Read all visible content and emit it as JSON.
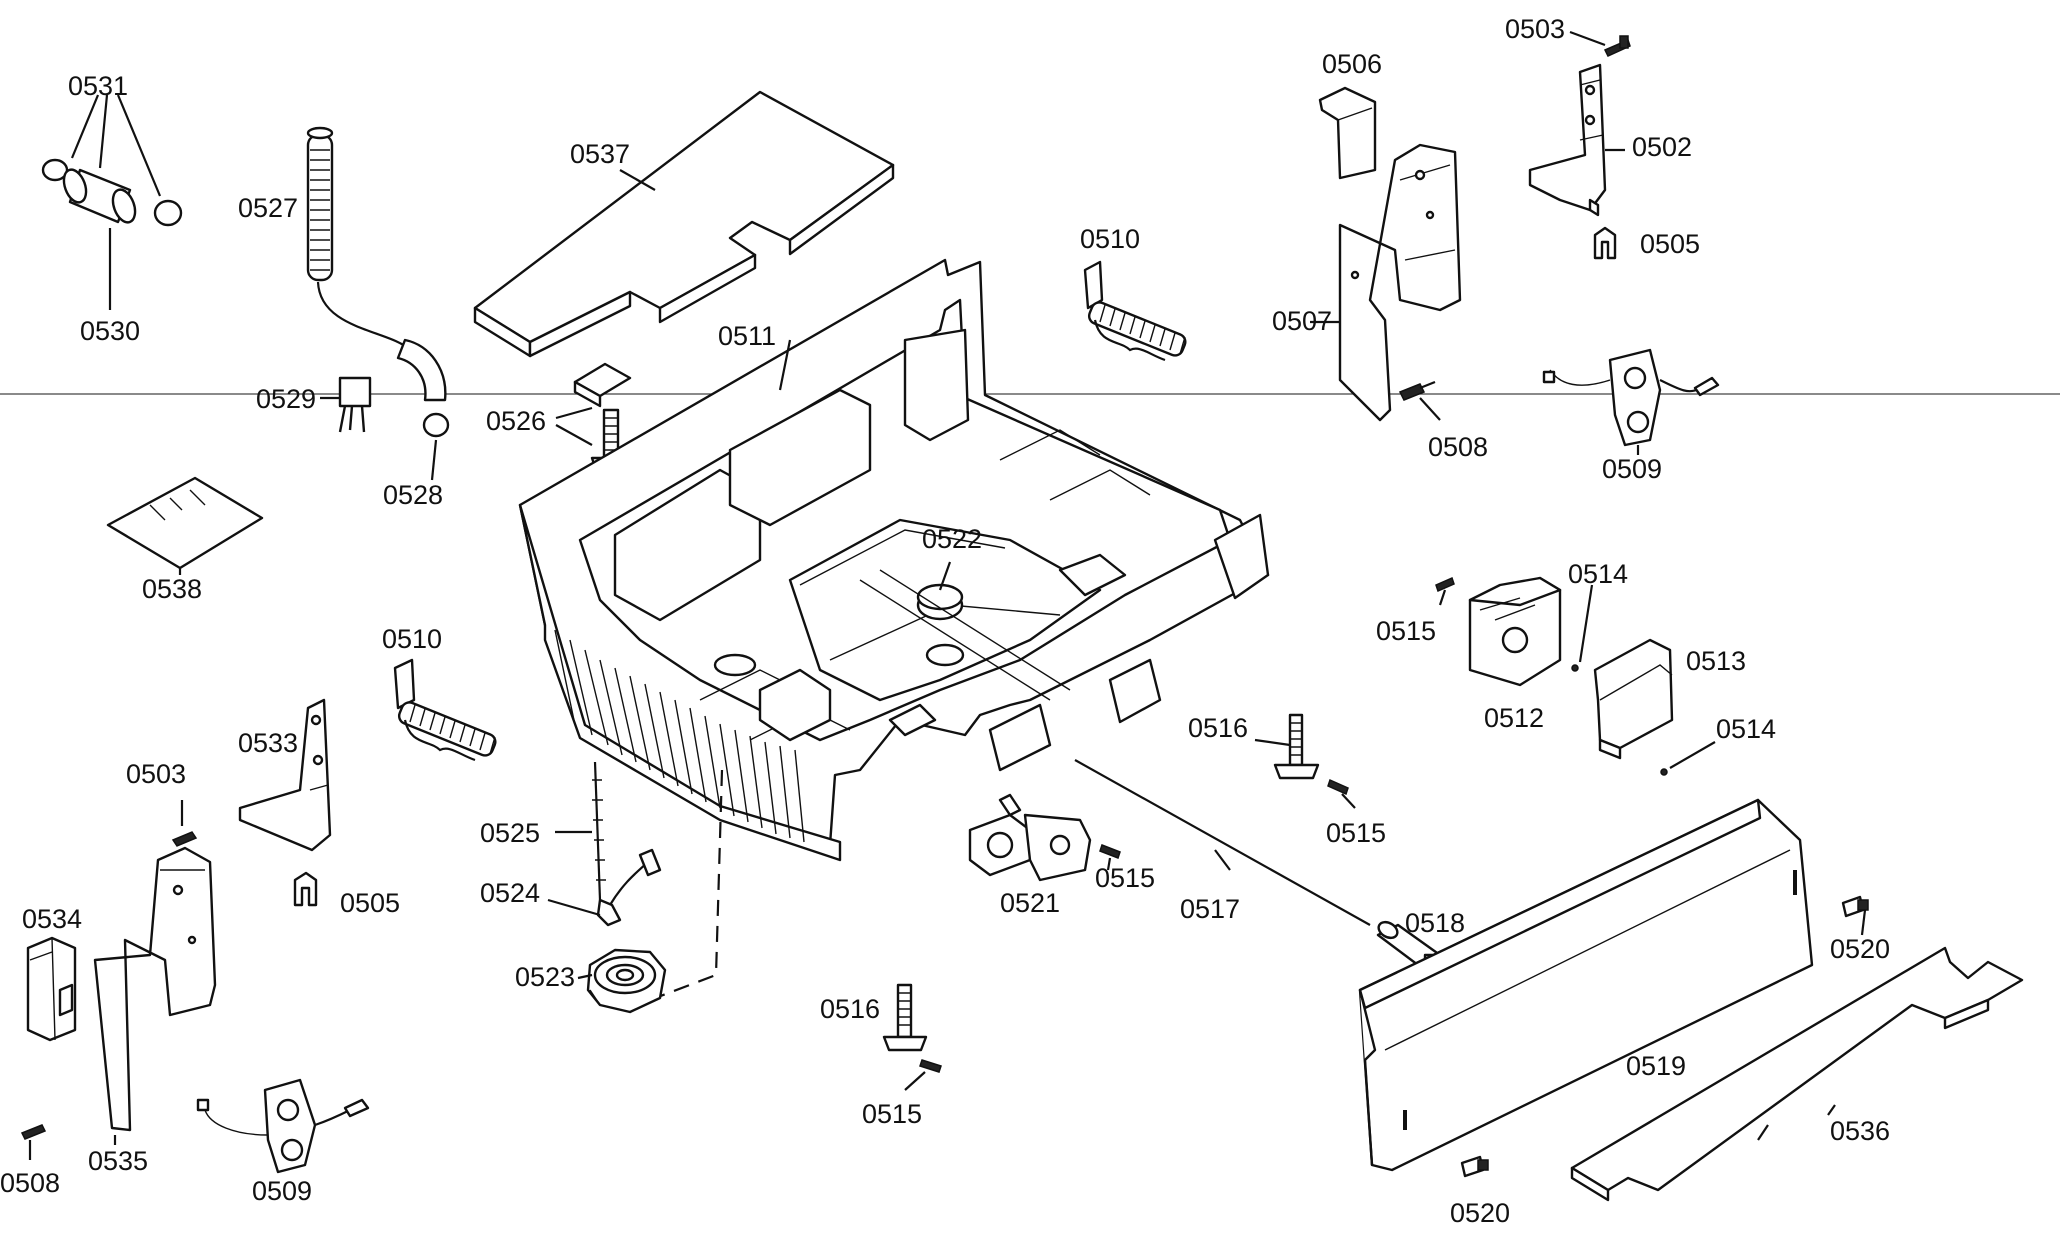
{
  "labels": [
    {
      "id": "l-0531",
      "text": "0531"
    },
    {
      "id": "l-0530",
      "text": "0530"
    },
    {
      "id": "l-0527",
      "text": "0527"
    },
    {
      "id": "l-0537",
      "text": "0537"
    },
    {
      "id": "l-0511",
      "text": "0511"
    },
    {
      "id": "l-0510a",
      "text": "0510"
    },
    {
      "id": "l-0506",
      "text": "0506"
    },
    {
      "id": "l-0503a",
      "text": "0503"
    },
    {
      "id": "l-0502",
      "text": "0502"
    },
    {
      "id": "l-0505a",
      "text": "0505"
    },
    {
      "id": "l-0507",
      "text": "0507"
    },
    {
      "id": "l-0508a",
      "text": "0508"
    },
    {
      "id": "l-0509a",
      "text": "0509"
    },
    {
      "id": "l-0529",
      "text": "0529"
    },
    {
      "id": "l-0526",
      "text": "0526"
    },
    {
      "id": "l-0528",
      "text": "0528"
    },
    {
      "id": "l-0538",
      "text": "0538"
    },
    {
      "id": "l-0522",
      "text": "0522"
    },
    {
      "id": "l-0514a",
      "text": "0514"
    },
    {
      "id": "l-0515a",
      "text": "0515"
    },
    {
      "id": "l-0513",
      "text": "0513"
    },
    {
      "id": "l-0512",
      "text": "0512"
    },
    {
      "id": "l-0516a",
      "text": "0516"
    },
    {
      "id": "l-0514b",
      "text": "0514"
    },
    {
      "id": "l-0510b",
      "text": "0510"
    },
    {
      "id": "l-0533",
      "text": "0533"
    },
    {
      "id": "l-0503b",
      "text": "0503"
    },
    {
      "id": "l-0525",
      "text": "0525"
    },
    {
      "id": "l-0515b",
      "text": "0515"
    },
    {
      "id": "l-0524",
      "text": "0524"
    },
    {
      "id": "l-0505b",
      "text": "0505"
    },
    {
      "id": "l-0534",
      "text": "0534"
    },
    {
      "id": "l-0521",
      "text": "0521"
    },
    {
      "id": "l-0515c",
      "text": "0515"
    },
    {
      "id": "l-0517",
      "text": "0517"
    },
    {
      "id": "l-0518",
      "text": "0518"
    },
    {
      "id": "l-0520a",
      "text": "0520"
    },
    {
      "id": "l-0523",
      "text": "0523"
    },
    {
      "id": "l-0516b",
      "text": "0516"
    },
    {
      "id": "l-0519",
      "text": "0519"
    },
    {
      "id": "l-0536",
      "text": "0536"
    },
    {
      "id": "l-0515d",
      "text": "0515"
    },
    {
      "id": "l-0508b",
      "text": "0508"
    },
    {
      "id": "l-0535",
      "text": "0535"
    },
    {
      "id": "l-0509b",
      "text": "0509"
    },
    {
      "id": "l-0520b",
      "text": "0520"
    }
  ]
}
